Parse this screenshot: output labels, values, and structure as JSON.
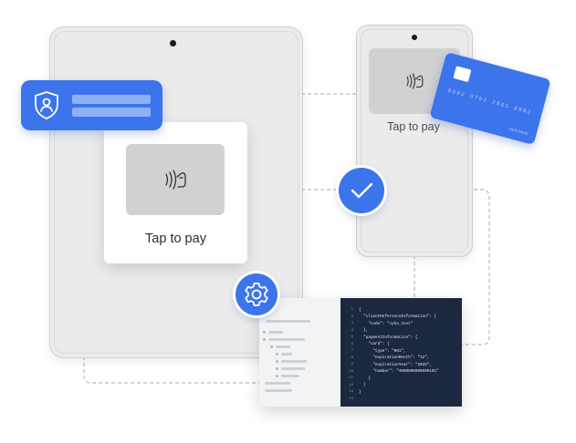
{
  "colors": {
    "accent": "#3c74ec",
    "accent_light": "#8fb0f7",
    "device_body": "#ebebeb",
    "device_screen": "#d1d1d1",
    "code_bg": "#1b2840",
    "tree_bg": "#f2f3f5",
    "connector": "#a8a8a8"
  },
  "tablet": {
    "pay_card": {
      "label": "Tap to pay",
      "icon": "contactless-pay-icon"
    }
  },
  "security_badge": {
    "icon": "shield-user-icon"
  },
  "phone": {
    "label": "Tap to pay",
    "icon": "contactless-pay-icon"
  },
  "credit_card": {
    "number": "8682  3792  2865  8882",
    "brand": "card brand"
  },
  "status": {
    "icon": "checkmark-icon"
  },
  "settings": {
    "icon": "gear-icon"
  },
  "editor": {
    "line_numbers": [
      "1",
      "2",
      "3",
      "4",
      "5",
      "6",
      "7",
      "8",
      "9",
      "10",
      "11",
      "12",
      "13",
      "14"
    ],
    "lines": [
      "{",
      "  \"clientReferenceInformation\": {",
      "    \"code\": \"cybs_test\"",
      "  },",
      "  \"paymentInformation\": {",
      "    \"card\": {",
      "      \"type\": \"001\",",
      "      \"expirationMonth\": \"12\",",
      "      \"expirationYear\": \"2025\",",
      "      \"number\": \"4000000000000101\"",
      "    }",
      "  }",
      "}",
      ""
    ]
  }
}
